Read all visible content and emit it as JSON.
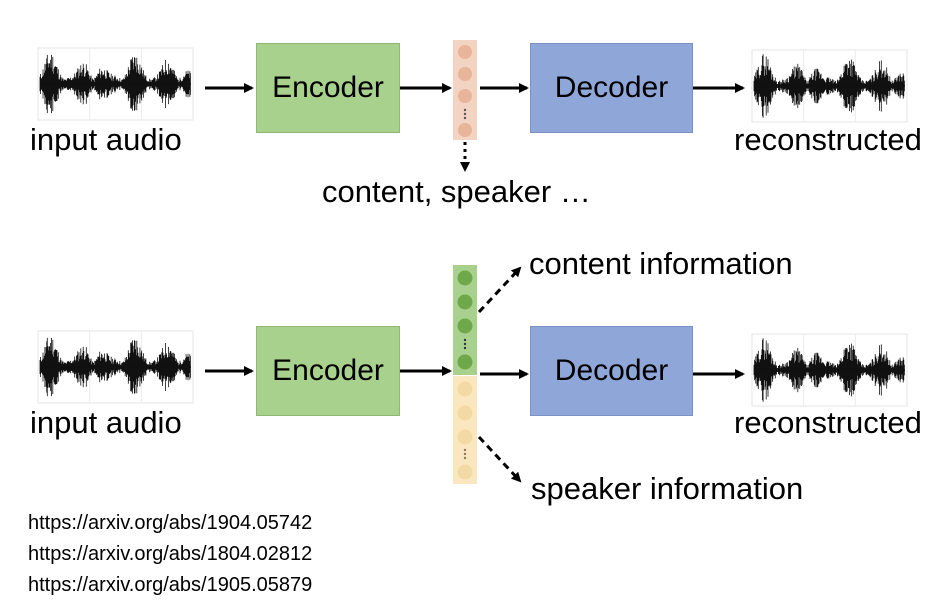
{
  "top": {
    "input_label": "input audio",
    "encoder_label": "Encoder",
    "decoder_label": "Decoder",
    "output_label": "reconstructed",
    "latent_label": "content, speaker …"
  },
  "bottom": {
    "input_label": "input audio",
    "encoder_label": "Encoder",
    "decoder_label": "Decoder",
    "output_label": "reconstructed",
    "content_label": "content information",
    "speaker_label": "speaker information"
  },
  "references": [
    "https://arxiv.org/abs/1904.05742",
    "https://arxiv.org/abs/1804.02812",
    "https://arxiv.org/abs/1905.05879"
  ],
  "colors": {
    "encoder": "#a9d18e",
    "decoder": "#8fa6d8",
    "latent_top": "#f3d4c2",
    "latent_top_dot": "#e8b59a",
    "content_vec": "#a9d18e",
    "content_dot": "#6fa84a",
    "speaker_vec": "#fbe7bf",
    "speaker_dot": "#f3d9a3"
  },
  "icons": [
    "waveform-icon",
    "arrow-icon",
    "dashed-arrow-icon"
  ]
}
